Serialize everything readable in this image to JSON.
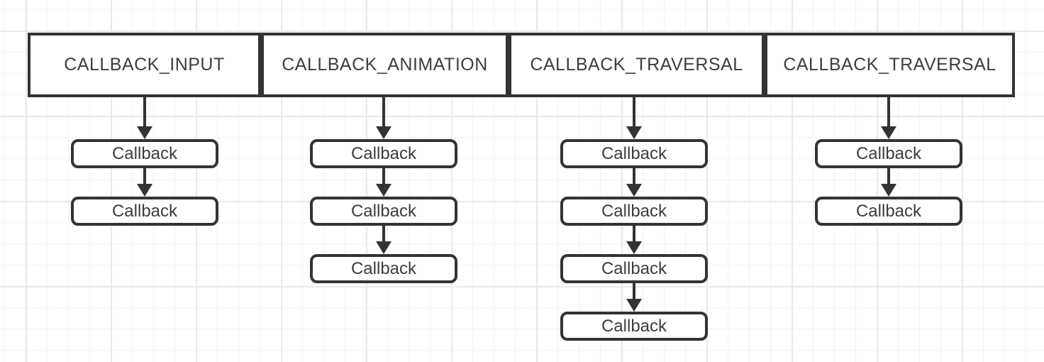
{
  "diagram": {
    "columns": [
      {
        "header": "CALLBACK_INPUT",
        "callbacks": [
          "Callback",
          "Callback"
        ]
      },
      {
        "header": "CALLBACK_ANIMATION",
        "callbacks": [
          "Callback",
          "Callback",
          "Callback"
        ]
      },
      {
        "header": "CALLBACK_TRAVERSAL",
        "callbacks": [
          "Callback",
          "Callback",
          "Callback",
          "Callback"
        ]
      },
      {
        "header": "CALLBACK_TRAVERSAL",
        "callbacks": [
          "Callback",
          "Callback"
        ]
      }
    ],
    "colors": {
      "stroke": "#333333",
      "text": "#3d3d3d",
      "node_fill": "#ffffff",
      "background": "#ffffff",
      "grid_minor": "#f3f3f5",
      "grid_major": "#e9e9ec"
    }
  }
}
